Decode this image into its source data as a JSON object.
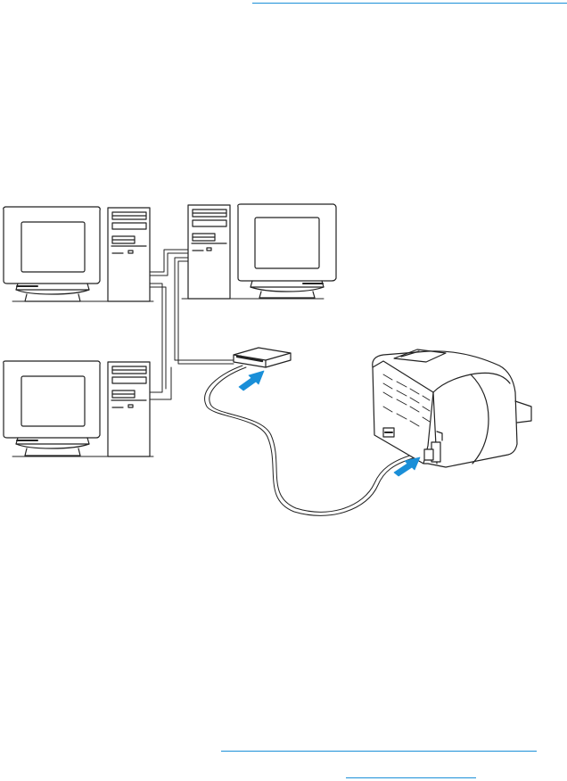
{
  "figure": {
    "type": "network-printing-illustration",
    "accent_color": "#1a8fd8",
    "line_color": "#222222",
    "devices": [
      {
        "kind": "computer",
        "icon": "desktop-computer-icon"
      },
      {
        "kind": "computer",
        "icon": "desktop-computer-icon"
      },
      {
        "kind": "computer",
        "icon": "desktop-computer-icon"
      },
      {
        "kind": "hub",
        "icon": "network-hub-icon"
      },
      {
        "kind": "printer",
        "icon": "laser-printer-icon"
      }
    ],
    "arrows": [
      {
        "icon": "arrow-icon",
        "points_to": "hub"
      },
      {
        "icon": "arrow-icon",
        "points_to": "printer"
      }
    ]
  }
}
